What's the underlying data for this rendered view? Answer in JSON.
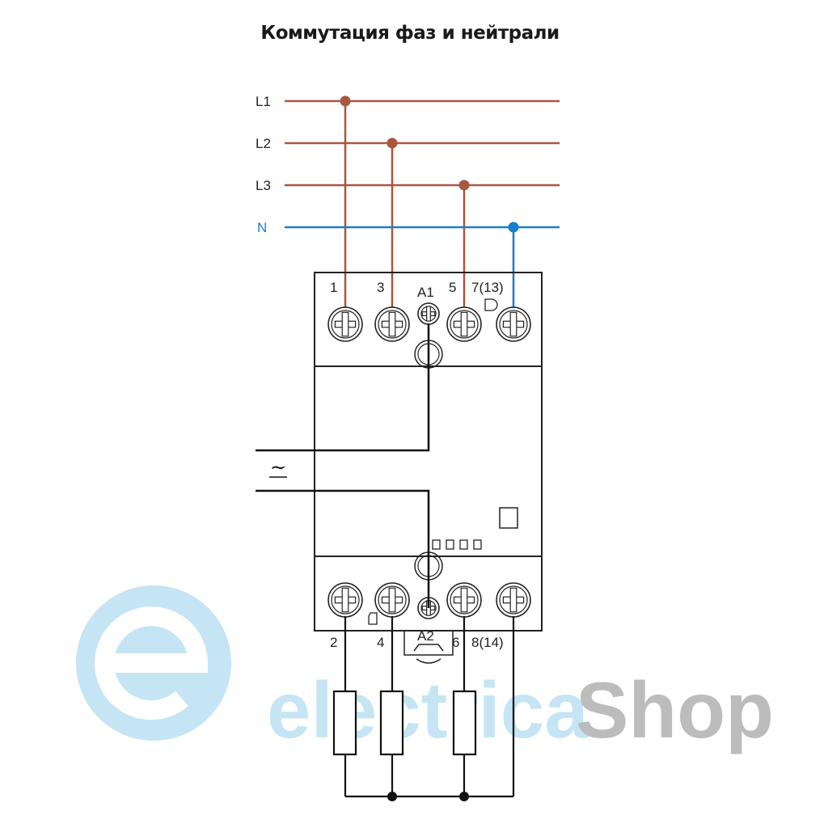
{
  "title": "Коммутация фаз и нейтрали",
  "lines": [
    {
      "label": "L1",
      "color": "#a9573f"
    },
    {
      "label": "L2",
      "color": "#a9573f"
    },
    {
      "label": "L3",
      "color": "#a9573f"
    },
    {
      "label": "N",
      "color": "#1a7fc8"
    }
  ],
  "top_terminals": [
    "1",
    "3",
    "A1",
    "5",
    "7(13)"
  ],
  "bottom_terminals": [
    "2",
    "4",
    "A2",
    "6",
    "8(14)"
  ],
  "supply_symbol": "~",
  "watermark": {
    "part1": "electrica",
    "part2": "Shop",
    "color1": "#bfe3f3",
    "color2": "#b5b5b5"
  }
}
